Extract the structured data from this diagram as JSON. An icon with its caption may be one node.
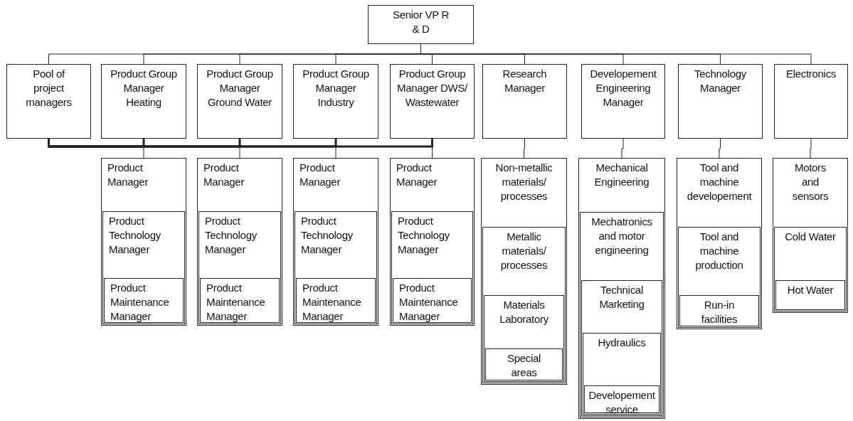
{
  "diagram": {
    "nodes": [
      {
        "text": [
          "Senior VP R & D"
        ]
      },
      {
        "text": [
          "Pool of project managers"
        ]
      },
      {
        "text": [
          "Product Group Manager Heating"
        ]
      },
      {
        "text": [
          "Product Group Manager Ground Water"
        ]
      },
      {
        "text": [
          "Product Group Manager Industry"
        ]
      },
      {
        "text": [
          "Product Group Manager DWS/ Wastewater"
        ]
      },
      {
        "text": [
          "Research Manager"
        ]
      },
      {
        "text": [
          "Developement Engineering Manager"
        ]
      },
      {
        "text": [
          "Technology Manager"
        ]
      },
      {
        "text": [
          "Electronics"
        ]
      },
      {
        "text": [
          "Product Manager"
        ]
      },
      {
        "text": [
          "Product Technology Manager"
        ],
        "in": 10
      },
      {
        "text": [
          "Product Maintenance Manager"
        ],
        "in": 11
      },
      {
        "text": [
          "Product Manager"
        ]
      },
      {
        "text": [
          "Product Technology Manager"
        ],
        "in": 13
      },
      {
        "text": [
          "Product Maintenance Manager"
        ],
        "in": 14
      },
      {
        "text": [
          "Product Manager"
        ]
      },
      {
        "text": [
          "Product Technology Manager"
        ],
        "in": 16
      },
      {
        "text": [
          "Product Maintenance Manager"
        ],
        "in": 17
      },
      {
        "text": [
          "Product Manager"
        ]
      },
      {
        "text": [
          "Product Technology Manager"
        ],
        "in": 19
      },
      {
        "text": [
          "Product Maintenance Manager"
        ],
        "in": 20
      },
      {
        "text": [
          "Non-metallic materials/ processes"
        ]
      },
      {
        "text": [
          "Metallic materials/ processes"
        ],
        "in": 22
      },
      {
        "text": [
          "Materials Laboratory"
        ],
        "in": 23
      },
      {
        "text": [
          "Special areas"
        ],
        "in": 24
      },
      {
        "text": [
          "Mechanical Engineering"
        ]
      },
      {
        "text": [
          "Mechatronics and motor engineering"
        ],
        "in": 26
      },
      {
        "text": [
          "Technical Marketing"
        ],
        "in": 27
      },
      {
        "text": [
          "Hydraulics"
        ],
        "in": 28
      },
      {
        "text": [
          "Developement service"
        ],
        "in": 29
      },
      {
        "text": [
          "Tool and machine developement"
        ]
      },
      {
        "text": [
          "Tool and machine production"
        ],
        "in": 31
      },
      {
        "text": [
          "Run-in facilities"
        ],
        "in": 32
      },
      {
        "text": [
          "Motors and sensors"
        ]
      },
      {
        "text": [
          "Cold Water"
        ],
        "in": 34
      },
      {
        "text": [
          "Hot Water"
        ],
        "in": 35
      }
    ],
    "edges": [
      {
        "from": 0,
        "to": 1,
        "arrow": "none"
      },
      {
        "from": 0,
        "to": 2,
        "arrow": "none"
      },
      {
        "from": 0,
        "to": 3,
        "arrow": "none"
      },
      {
        "from": 0,
        "to": 4,
        "arrow": "none"
      },
      {
        "from": 0,
        "to": 5,
        "arrow": "none"
      },
      {
        "from": 0,
        "to": 6,
        "arrow": "none"
      },
      {
        "from": 0,
        "to": 7,
        "arrow": "none"
      },
      {
        "from": 0,
        "to": 8,
        "arrow": "none"
      },
      {
        "from": 0,
        "to": 9,
        "arrow": "none"
      },
      {
        "from": 2,
        "to": 10,
        "arrow": "none"
      },
      {
        "from": 3,
        "to": 13,
        "arrow": "none"
      },
      {
        "from": 4,
        "to": 16,
        "arrow": "none"
      },
      {
        "from": 5,
        "to": 19,
        "arrow": "none"
      },
      {
        "from": 6,
        "to": 22,
        "arrow": "none"
      },
      {
        "from": 7,
        "to": 26,
        "arrow": "none"
      },
      {
        "from": 8,
        "to": 31,
        "arrow": "none"
      },
      {
        "from": 9,
        "to": 34,
        "arrow": "none"
      },
      {
        "from": 1,
        "to": 2,
        "arrow": "none",
        "style": "thick"
      },
      {
        "from": 1,
        "to": 3,
        "arrow": "none",
        "style": "thick"
      },
      {
        "from": 1,
        "to": 4,
        "arrow": "none",
        "style": "thick"
      },
      {
        "from": 1,
        "to": 5,
        "arrow": "none",
        "style": "thick"
      }
    ]
  }
}
